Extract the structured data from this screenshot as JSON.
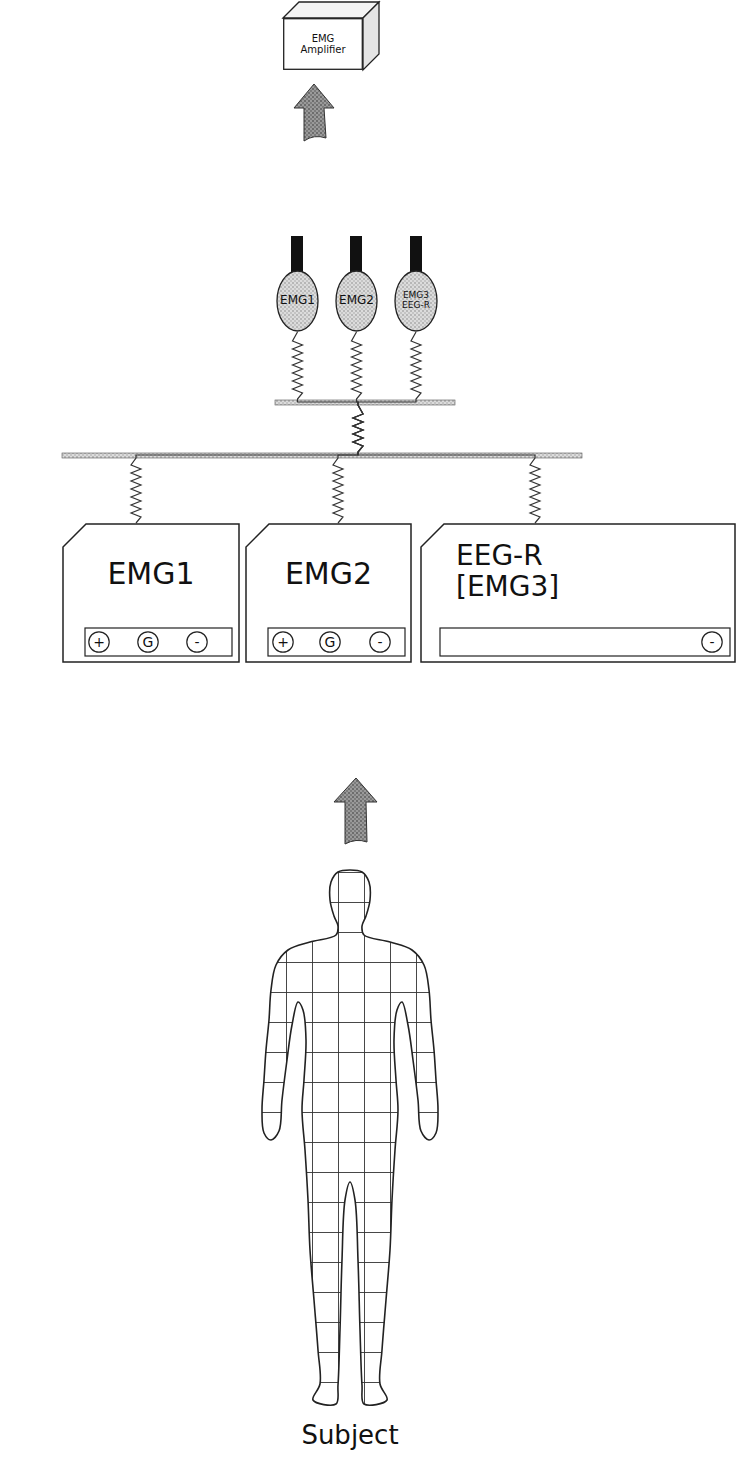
{
  "diagram": {
    "nodes": [
      {
        "text": [
          "EMG Amplifier"
        ]
      },
      {
        "text": [
          "EMG1"
        ]
      },
      {
        "text": [
          "EMG2"
        ]
      },
      {
        "text": [
          "EMG3 EEG-R"
        ]
      },
      {
        "text": [
          "EMG1"
        ]
      },
      {
        "text": [
          "+"
        ],
        "in": 4
      },
      {
        "text": [
          "G"
        ],
        "in": 4
      },
      {
        "text": [
          "-"
        ],
        "in": 4
      },
      {
        "text": [
          "EMG2"
        ]
      },
      {
        "text": [
          "+"
        ],
        "in": 8
      },
      {
        "text": [
          "G"
        ],
        "in": 8
      },
      {
        "text": [
          "-"
        ],
        "in": 8
      },
      {
        "text": [
          "EEG-R [EMG3]"
        ]
      },
      {
        "text": [
          "-"
        ],
        "in": 12
      }
    ],
    "edges": [
      {
        "from": 4,
        "to": 1,
        "arrow": "none"
      },
      {
        "from": 8,
        "to": 2,
        "arrow": "none"
      },
      {
        "from": 12,
        "to": 3,
        "arrow": "none"
      }
    ],
    "labels": [
      "Subject"
    ]
  }
}
